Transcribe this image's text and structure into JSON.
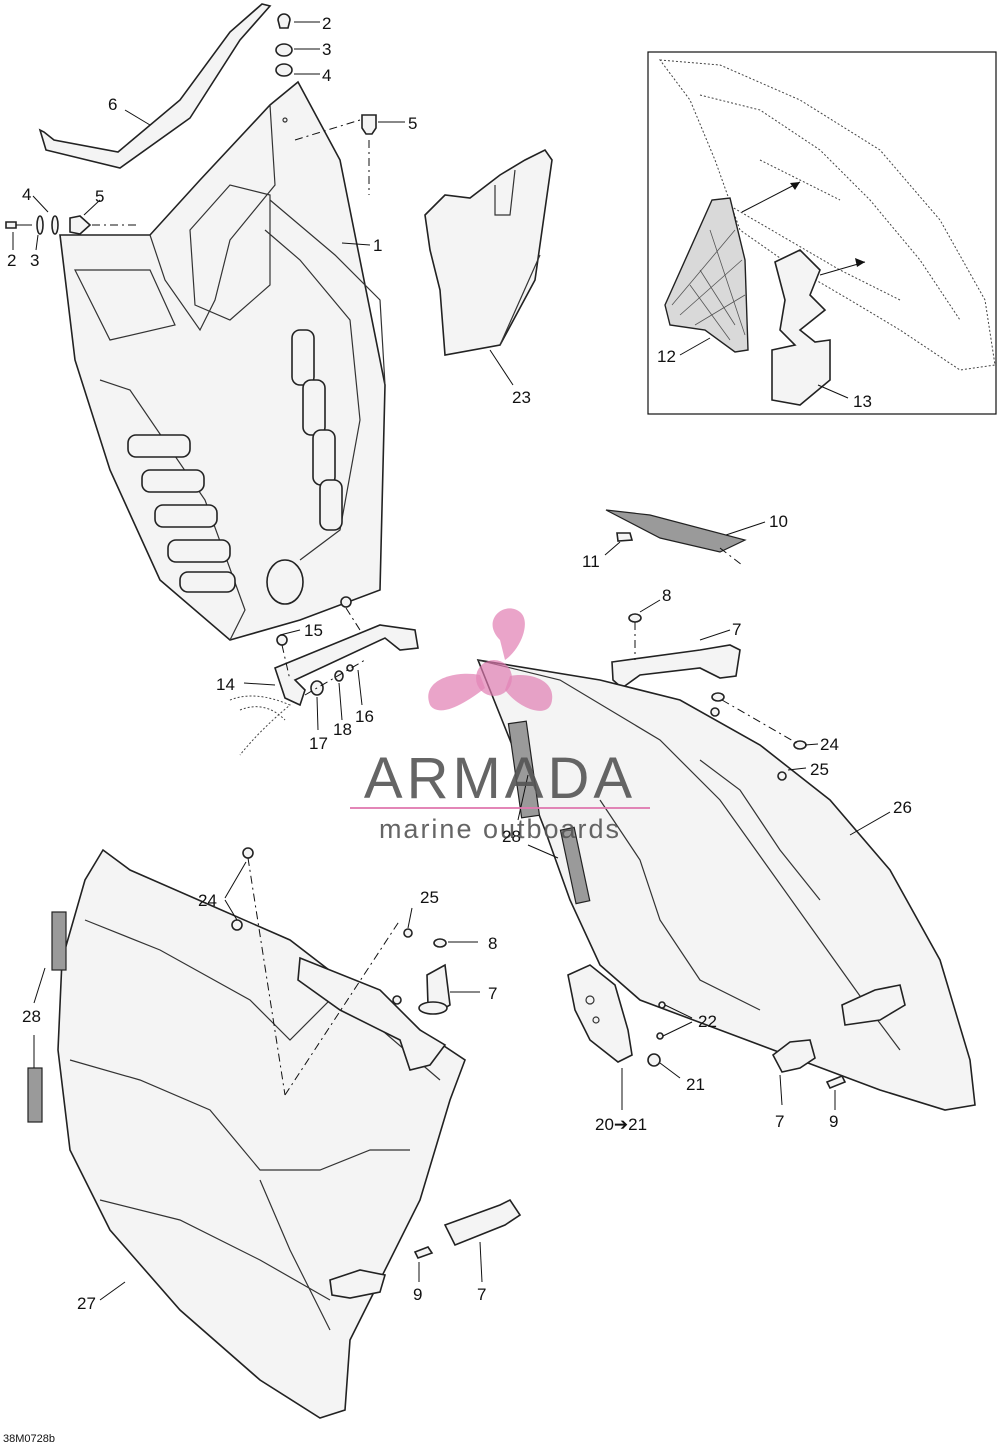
{
  "watermark": {
    "brand": "ARMADA",
    "tagline": "marine outboards",
    "accent_color": "#e07ab0",
    "text_color": "#555555"
  },
  "drawing_code": "38M0728b",
  "callouts": [
    {
      "id": "c1",
      "label": "1"
    },
    {
      "id": "c2a",
      "label": "2"
    },
    {
      "id": "c3a",
      "label": "3"
    },
    {
      "id": "c4a",
      "label": "4"
    },
    {
      "id": "c5a",
      "label": "5"
    },
    {
      "id": "c6",
      "label": "6"
    },
    {
      "id": "c4b",
      "label": "4"
    },
    {
      "id": "c5b",
      "label": "5"
    },
    {
      "id": "c2b",
      "label": "2"
    },
    {
      "id": "c3b",
      "label": "3"
    },
    {
      "id": "c23",
      "label": "23"
    },
    {
      "id": "c12",
      "label": "12"
    },
    {
      "id": "c13",
      "label": "13"
    },
    {
      "id": "c10",
      "label": "10"
    },
    {
      "id": "c11",
      "label": "11"
    },
    {
      "id": "c8a",
      "label": "8"
    },
    {
      "id": "c7a",
      "label": "7"
    },
    {
      "id": "c15",
      "label": "15"
    },
    {
      "id": "c14",
      "label": "14"
    },
    {
      "id": "c17",
      "label": "17"
    },
    {
      "id": "c18",
      "label": "18"
    },
    {
      "id": "c16",
      "label": "16"
    },
    {
      "id": "c24a",
      "label": "24"
    },
    {
      "id": "c25a",
      "label": "25"
    },
    {
      "id": "c26",
      "label": "26"
    },
    {
      "id": "c28a",
      "label": "28"
    },
    {
      "id": "c24b",
      "label": "24"
    },
    {
      "id": "c25b",
      "label": "25"
    },
    {
      "id": "c8b",
      "label": "8"
    },
    {
      "id": "c7b",
      "label": "7"
    },
    {
      "id": "c28b",
      "label": "28"
    },
    {
      "id": "c22",
      "label": "22"
    },
    {
      "id": "c21",
      "label": "21"
    },
    {
      "id": "c2021",
      "label": "20➔21"
    },
    {
      "id": "c7c",
      "label": "7"
    },
    {
      "id": "c9a",
      "label": "9"
    },
    {
      "id": "c27",
      "label": "27"
    },
    {
      "id": "c9b",
      "label": "9"
    },
    {
      "id": "c7d",
      "label": "7"
    }
  ]
}
